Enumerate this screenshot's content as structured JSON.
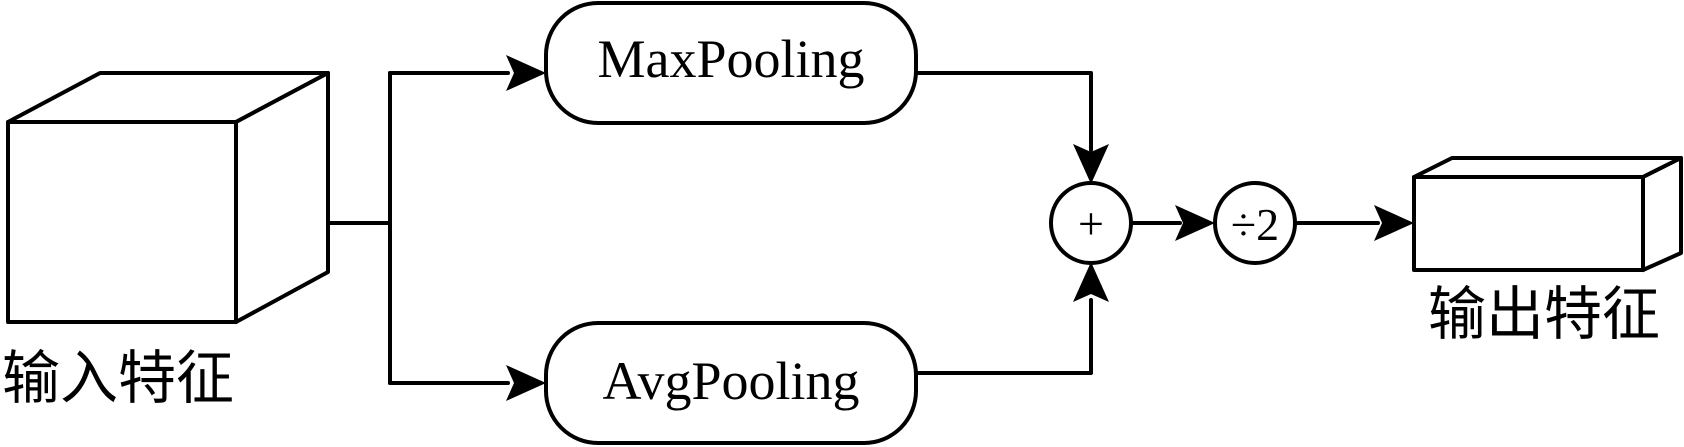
{
  "diagram": {
    "input_label": "输入特征",
    "output_label": "输出特征",
    "max_pooling_label": "MaxPooling",
    "avg_pooling_label": "AvgPooling",
    "add_operator": "+",
    "divide_operator": "÷2"
  }
}
